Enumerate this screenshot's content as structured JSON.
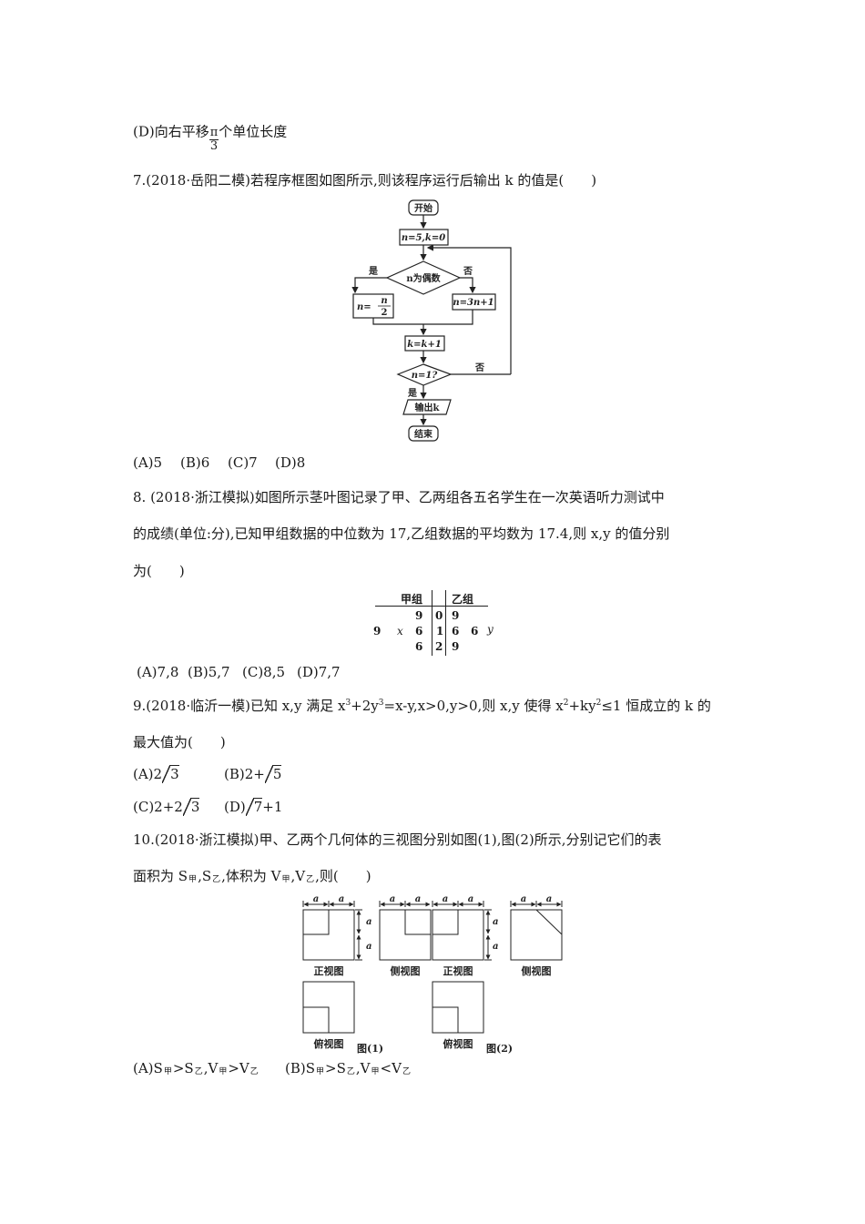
{
  "q6_tail": {
    "option_d_prefix": "(D)向右平移",
    "option_d_frac_num": "π",
    "option_d_frac_den": "3",
    "option_d_suffix": "个单位长度"
  },
  "q7": {
    "stem": "7.(2018·岳阳二模)若程序框图如图所示,则该程序运行后输出 k 的值是(　　)",
    "flowchart": {
      "start": "开始",
      "init": "n=5,k=0",
      "cond1": "n为偶数",
      "yes": "是",
      "no": "否",
      "branch_yes_lhs": "n=",
      "branch_yes_num": "n",
      "branch_yes_den": "2",
      "branch_no": "n=3n+1",
      "increment": "k=k+1",
      "cond2": "n=1?",
      "output": "输出k",
      "end": "结束"
    },
    "options": [
      "(A)5",
      "(B)6",
      "(C)7",
      "(D)8"
    ]
  },
  "q8": {
    "stem_line1": "8. (2018·浙江模拟)如图所示茎叶图记录了甲、乙两组各五名学生在一次英语听力测试中",
    "stem_line2": "的成绩(单位:分),已知甲组数据的中位数为 17,乙组数据的平均数为 17.4,则 x,y 的值分别",
    "stem_line3": "为(　　)",
    "stem_leaf": {
      "left_header": "甲组",
      "right_header": "乙组",
      "rows": [
        {
          "left": [
            "",
            "",
            "9"
          ],
          "stem": "0",
          "right": [
            "9",
            "",
            ""
          ]
        },
        {
          "left": [
            "9",
            "x",
            "6"
          ],
          "stem": "1",
          "right": [
            "6",
            "6",
            "y"
          ]
        },
        {
          "left": [
            "",
            "",
            "6"
          ],
          "stem": "2",
          "right": [
            "9",
            "",
            ""
          ]
        }
      ]
    },
    "options": [
      "(A)7,8",
      "(B)5,7",
      "(C)8,5",
      "(D)7,7"
    ]
  },
  "q9": {
    "stem_prefix": "9.(2018·临沂一模)已知 x,y 满足 x",
    "exp3": "3",
    "stem_mid1": "+2y",
    "stem_mid2": "=x-y,x>0,y>0,则 x,y 使得 x",
    "exp2": "2",
    "stem_mid3": "+ky",
    "stem_suffix": "≤1 恒成立的 k 的",
    "stem_line2": "最大值为(　　)",
    "options": {
      "a_label": "(A)2",
      "a_rad": "3",
      "b_label": "(B)2+",
      "b_rad": "5",
      "c_label": "(C)2+2",
      "c_rad": "3",
      "d_label": "(D)",
      "d_rad": "7",
      "d_suffix": "+1"
    }
  },
  "q10": {
    "stem_line1": "10.(2018·浙江模拟)甲、乙两个几何体的三视图分别如图(1),图(2)所示,分别记它们的表",
    "stem_line2_parts": [
      "面积为 S",
      "甲",
      ",S",
      "乙",
      ",体积为 V",
      "甲",
      ",V",
      "乙",
      ",则(　　)"
    ],
    "figure": {
      "dim_label": "a",
      "front_view": "正视图",
      "side_view": "侧视图",
      "top_view": "俯视图",
      "fig1_caption": "图(1)",
      "fig2_caption": "图(2)"
    },
    "options": {
      "a": [
        "(A)S",
        "甲",
        ">S",
        "乙",
        ",V",
        "甲",
        ">V",
        "乙"
      ],
      "b": [
        "(B)S",
        "甲",
        ">S",
        "乙",
        ",V",
        "甲",
        "<V",
        "乙"
      ]
    }
  }
}
